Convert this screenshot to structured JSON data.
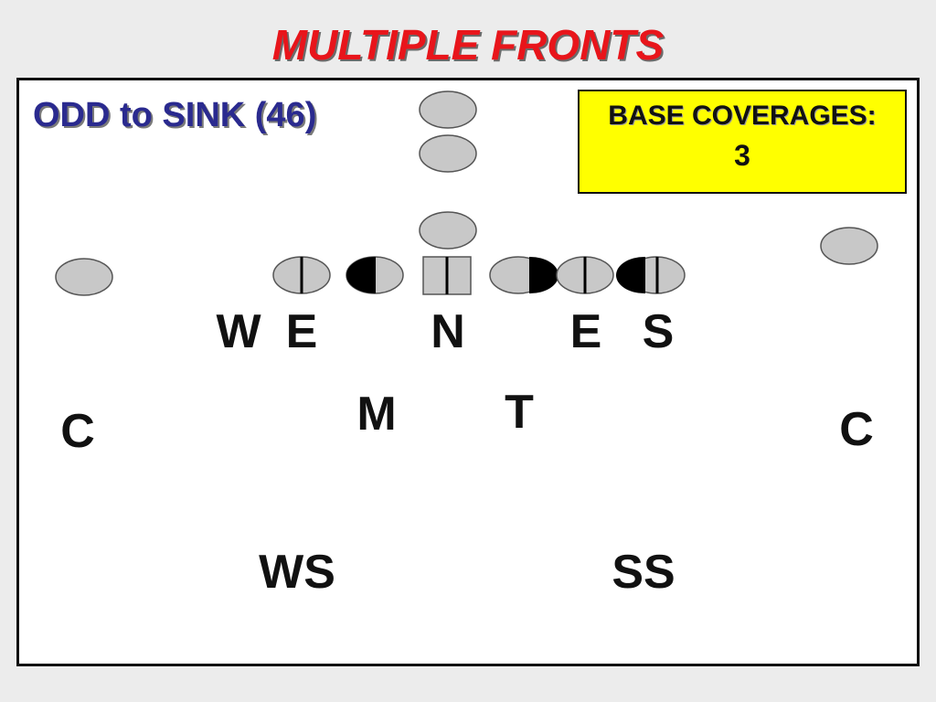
{
  "slide": {
    "title": "MULTIPLE FRONTS"
  },
  "front": {
    "title": "ODD to SINK (46)"
  },
  "coverage": {
    "label": "BASE COVERAGES:",
    "value": "3"
  },
  "positions": [
    {
      "id": "W",
      "label": "W"
    },
    {
      "id": "E-left",
      "label": "E"
    },
    {
      "id": "N",
      "label": "N"
    },
    {
      "id": "E-right",
      "label": "E"
    },
    {
      "id": "S",
      "label": "S"
    },
    {
      "id": "M",
      "label": "M"
    },
    {
      "id": "T",
      "label": "T"
    },
    {
      "id": "C-left",
      "label": "C"
    },
    {
      "id": "C-right",
      "label": "C"
    },
    {
      "id": "WS",
      "label": "WS"
    },
    {
      "id": "SS",
      "label": "SS"
    }
  ],
  "colors": {
    "title": "#e8151b",
    "front_title": "#2a2a8f",
    "coverage_bg": "#ffff00",
    "player_fill": "#c8c8c8",
    "player_half": "#000000"
  }
}
